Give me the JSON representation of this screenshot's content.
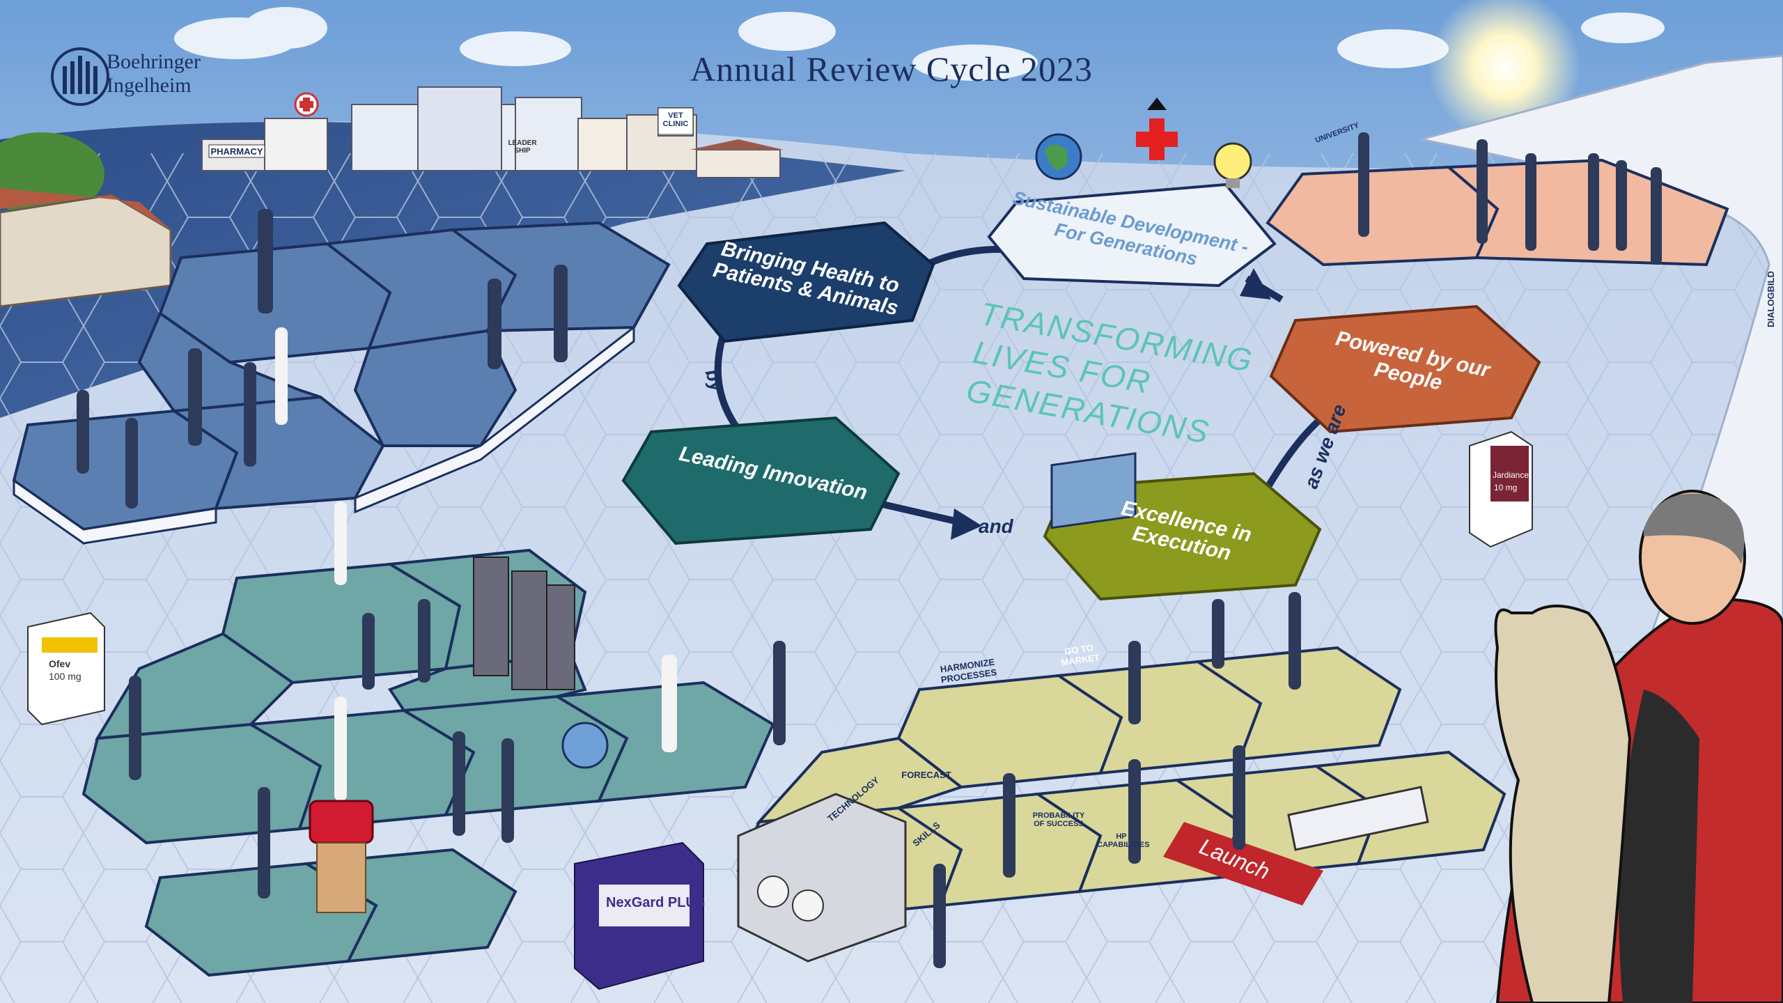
{
  "page": {
    "title": "Annual  Review Cycle 2023",
    "brand": {
      "line1": "Boehringer",
      "line2": "Ingelheim"
    },
    "credit": "DIALOGBILD"
  },
  "cycle": {
    "goal": "Sustainable Development - For Generations",
    "bringing": "Bringing Health to Patients & Animals",
    "leading": "Leading Innovation",
    "excellence": "Excellence in Execution",
    "people": "Powered by our People",
    "connector_by": "by",
    "connector_and": "and",
    "connector_aswe": "as we are"
  },
  "tagline": {
    "line1": "TRANSFORMING",
    "line2": "LIVES FOR",
    "line3": "GENERATIONS"
  },
  "town": {
    "pharmacy": "PHARMACY",
    "vet_clinic": "VET CLINIC"
  },
  "scene_labels": {
    "harmonize": "HARMONIZE PROCESSES",
    "go_to_market": "GO TO MARKET",
    "forecast": "FORECAST",
    "technology": "TECHNOLOGY",
    "skills": "SKILLS",
    "probability": "PROBABILITY OF SUCCESS",
    "hp_capabilities": "HP CAPABILITIES",
    "launch": "Launch",
    "university": "UNIVERSITY",
    "leadership": "LEADER SHIP"
  },
  "products": {
    "ofev": {
      "name": "Ofev",
      "dose": "100 mg"
    },
    "jardiance": {
      "name": "Jardiance",
      "dose": "10 mg"
    },
    "nexgard": {
      "name": "NexGard PLUS"
    }
  },
  "colors": {
    "navy": "#1b3e6b",
    "teal": "#1f6b6b",
    "olive": "#8c9a1e",
    "orange": "#c8643c",
    "pale": "#e9eef6",
    "sky": "#8fb5e0"
  }
}
